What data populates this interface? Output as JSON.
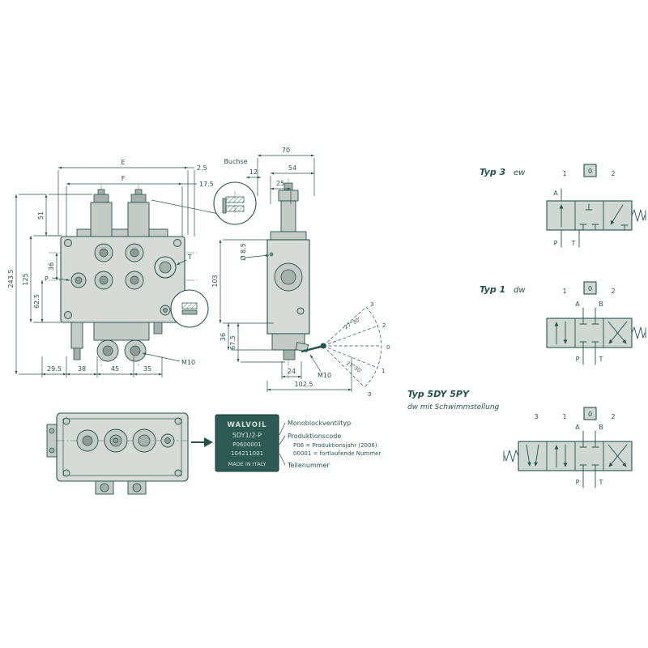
{
  "colors": {
    "ink": "#24534c",
    "body_fill": "#d7dbd8",
    "plate_bg": "#2d5a52",
    "symbol_fill": "#cfd8d3"
  },
  "front": {
    "dims": {
      "E": "E",
      "F": "F",
      "w2_5": "2.5",
      "w17_5": "17.5",
      "h51": "51",
      "h36": "36",
      "h125": "125",
      "h62_5": "62.5",
      "h243_5": "243.5",
      "b29_5": "29.5",
      "b38": "38",
      "b45": "45",
      "b35": "35",
      "m10": "M10"
    },
    "ports": {
      "p": "P",
      "t": "T"
    }
  },
  "detail": {
    "title": "Buchse",
    "d12": "12"
  },
  "side": {
    "dims": {
      "w70": "70",
      "w54": "54",
      "w25": "25",
      "dia8_5": "Ø 8.5",
      "h103": "103",
      "h36": "36",
      "h67_5": "67.5",
      "b24": "24",
      "b102_5": "102.5",
      "m10": "M10"
    },
    "fan": {
      "positions": [
        "3",
        "2",
        "0",
        "1",
        "3"
      ],
      "angle_upper": "27°30'",
      "angle_lower": "27°30'"
    }
  },
  "plate": {
    "lines": [
      "WALVOIL",
      "5DY1/2-P",
      "P0600001",
      "104211001",
      "MADE IN ITALY"
    ],
    "notes": [
      "Monoblockventiltyp",
      "Produktionscode",
      "P06 = Produktionsjahr (2006)",
      "00001 = fortlaufende Nummer",
      "Teilenummer"
    ]
  },
  "symbols": {
    "typ3": {
      "title": "Typ 3",
      "mode": "ew",
      "pos1": "1",
      "pos0": "0",
      "pos2": "2",
      "a": "A",
      "p": "P",
      "t": "T"
    },
    "typ1": {
      "title": "Typ 1",
      "mode": "dw",
      "pos1": "1",
      "pos0": "0",
      "pos2": "2",
      "a": "A",
      "b": "B",
      "p": "P",
      "t": "T"
    },
    "typ5": {
      "title": "Typ 5DY 5PY",
      "subtitle": "dw mit Schwimmstellung",
      "pos3": "3",
      "pos1": "1",
      "pos0": "0",
      "pos2": "2",
      "a": "A",
      "b": "B",
      "p": "P",
      "t": "T"
    }
  }
}
